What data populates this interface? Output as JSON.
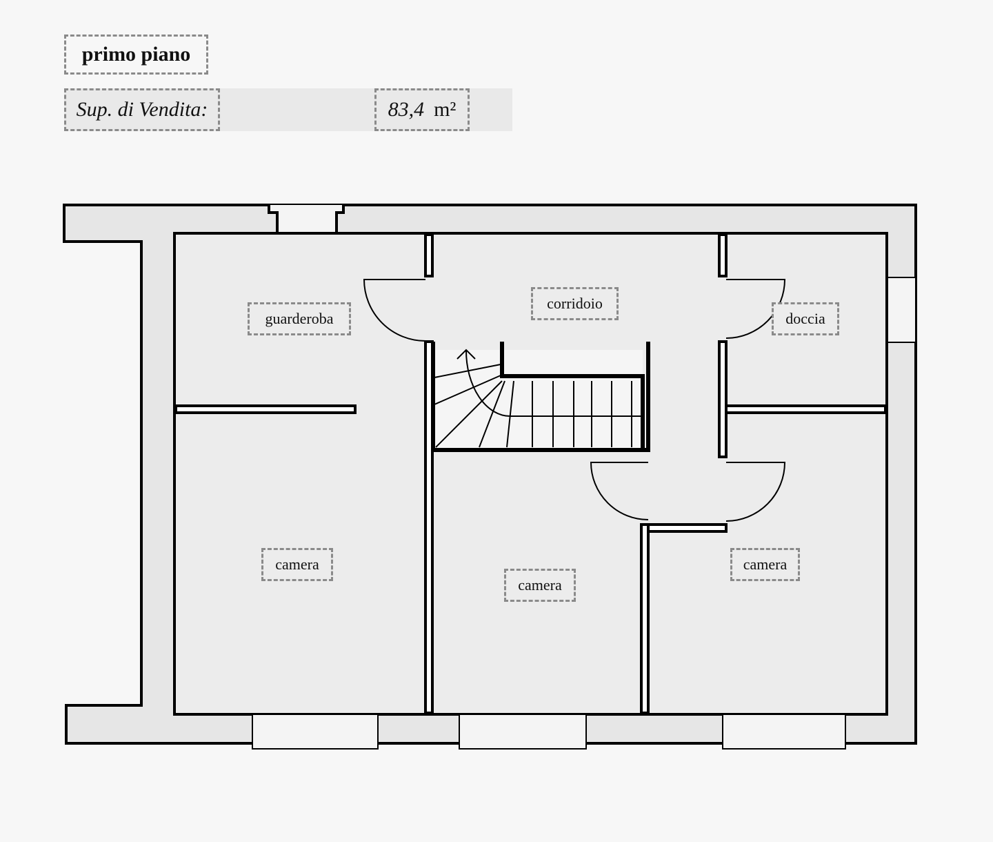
{
  "header": {
    "floor_title": "primo piano",
    "area_label": "Sup. di Vendita:",
    "area_value": "83,4",
    "area_unit": "m²"
  },
  "rooms": [
    {
      "label": "guarderoba"
    },
    {
      "label": "corridoio"
    },
    {
      "label": "doccia"
    },
    {
      "label": "camera"
    },
    {
      "label": "camera"
    },
    {
      "label": "camera"
    }
  ],
  "colors": {
    "background": "#f7f7f7",
    "wall_fill": "#e6e6e6",
    "room_fill": "#ececec",
    "line": "#000000"
  }
}
